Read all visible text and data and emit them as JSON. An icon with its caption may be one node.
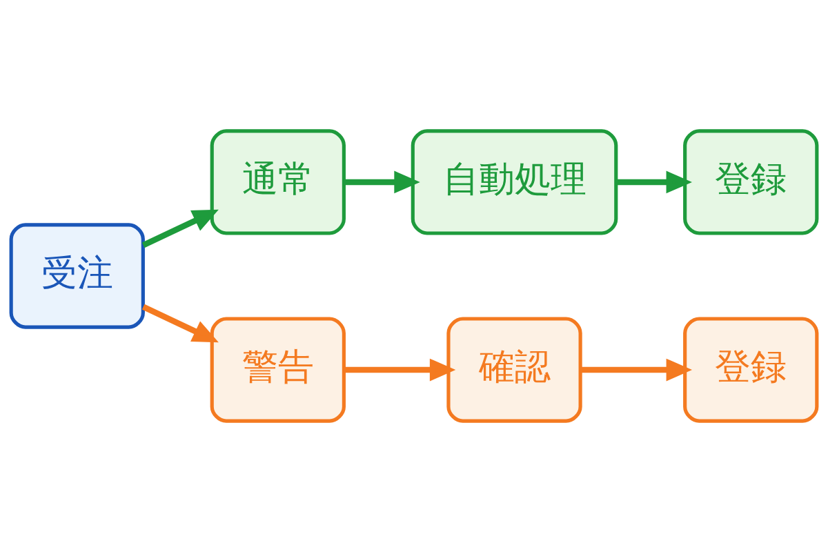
{
  "diagram": {
    "nodes": [
      {
        "text": [
          "受注"
        ]
      },
      {
        "text": [
          "通常"
        ]
      },
      {
        "text": [
          "自動処理"
        ]
      },
      {
        "text": [
          "登録"
        ]
      },
      {
        "text": [
          "警告"
        ]
      },
      {
        "text": [
          "確認"
        ]
      },
      {
        "text": [
          "登録"
        ]
      }
    ],
    "edges": [
      {
        "from": 0,
        "to": 1,
        "arrow": "to",
        "color": "#1e9b3c"
      },
      {
        "from": 1,
        "to": 2,
        "arrow": "to",
        "color": "#1e9b3c"
      },
      {
        "from": 2,
        "to": 3,
        "arrow": "to",
        "color": "#1e9b3c"
      },
      {
        "from": 0,
        "to": 4,
        "arrow": "to",
        "color": "#f47a20"
      },
      {
        "from": 4,
        "to": 5,
        "arrow": "to",
        "color": "#f47a20"
      },
      {
        "from": 5,
        "to": 6,
        "arrow": "to",
        "color": "#f47a20"
      }
    ]
  }
}
